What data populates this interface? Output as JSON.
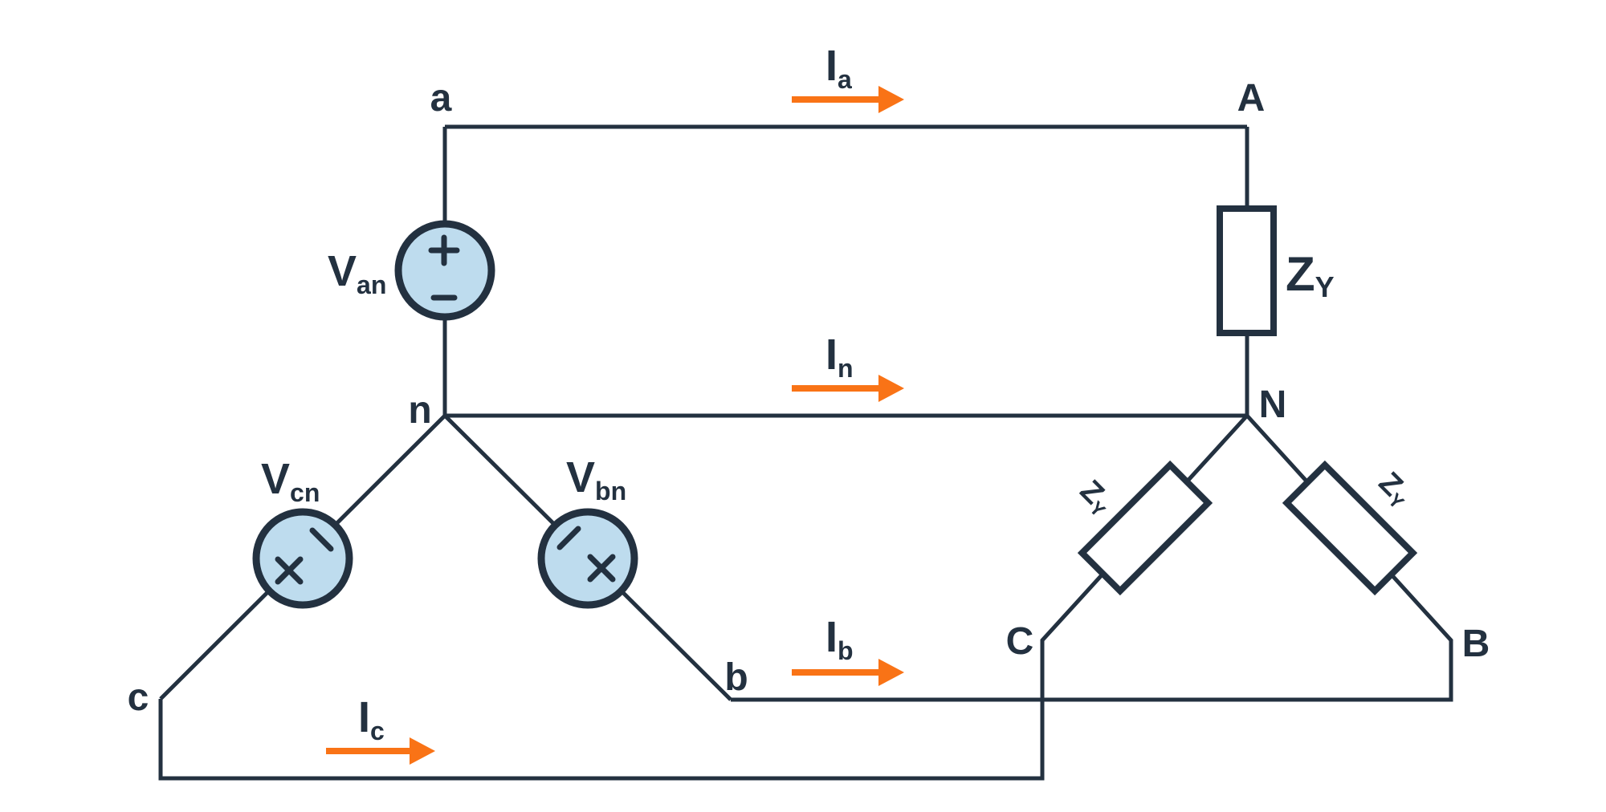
{
  "diagram": {
    "type": "three-phase Y-Y circuit diagram",
    "colors": {
      "wire": "#233140",
      "text": "#233140",
      "source_fill": "#bedcee",
      "arrow": "#f97316",
      "background": "#ffffff"
    },
    "nodes": {
      "source_a": "a",
      "source_n": "n",
      "source_b": "b",
      "source_c": "c",
      "load_A": "A",
      "load_N": "N",
      "load_B": "B",
      "load_C": "C"
    },
    "sources": {
      "van": {
        "name": "V",
        "sub": "an",
        "plus": "+",
        "minus": "−"
      },
      "vbn": {
        "name": "V",
        "sub": "bn",
        "plus": "×",
        "minus": "−"
      },
      "vcn": {
        "name": "V",
        "sub": "cn",
        "plus": "×",
        "minus": "−"
      }
    },
    "impedances": {
      "phase_a": {
        "name": "Z",
        "sub": "Y"
      },
      "phase_b": {
        "name": "Z",
        "sub": "Y"
      },
      "phase_c": {
        "name": "Z",
        "sub": "Y"
      }
    },
    "currents": {
      "ia": {
        "name": "I",
        "sub": "a"
      },
      "in": {
        "name": "I",
        "sub": "n"
      },
      "ib": {
        "name": "I",
        "sub": "b"
      },
      "ic": {
        "name": "I",
        "sub": "c"
      }
    }
  }
}
